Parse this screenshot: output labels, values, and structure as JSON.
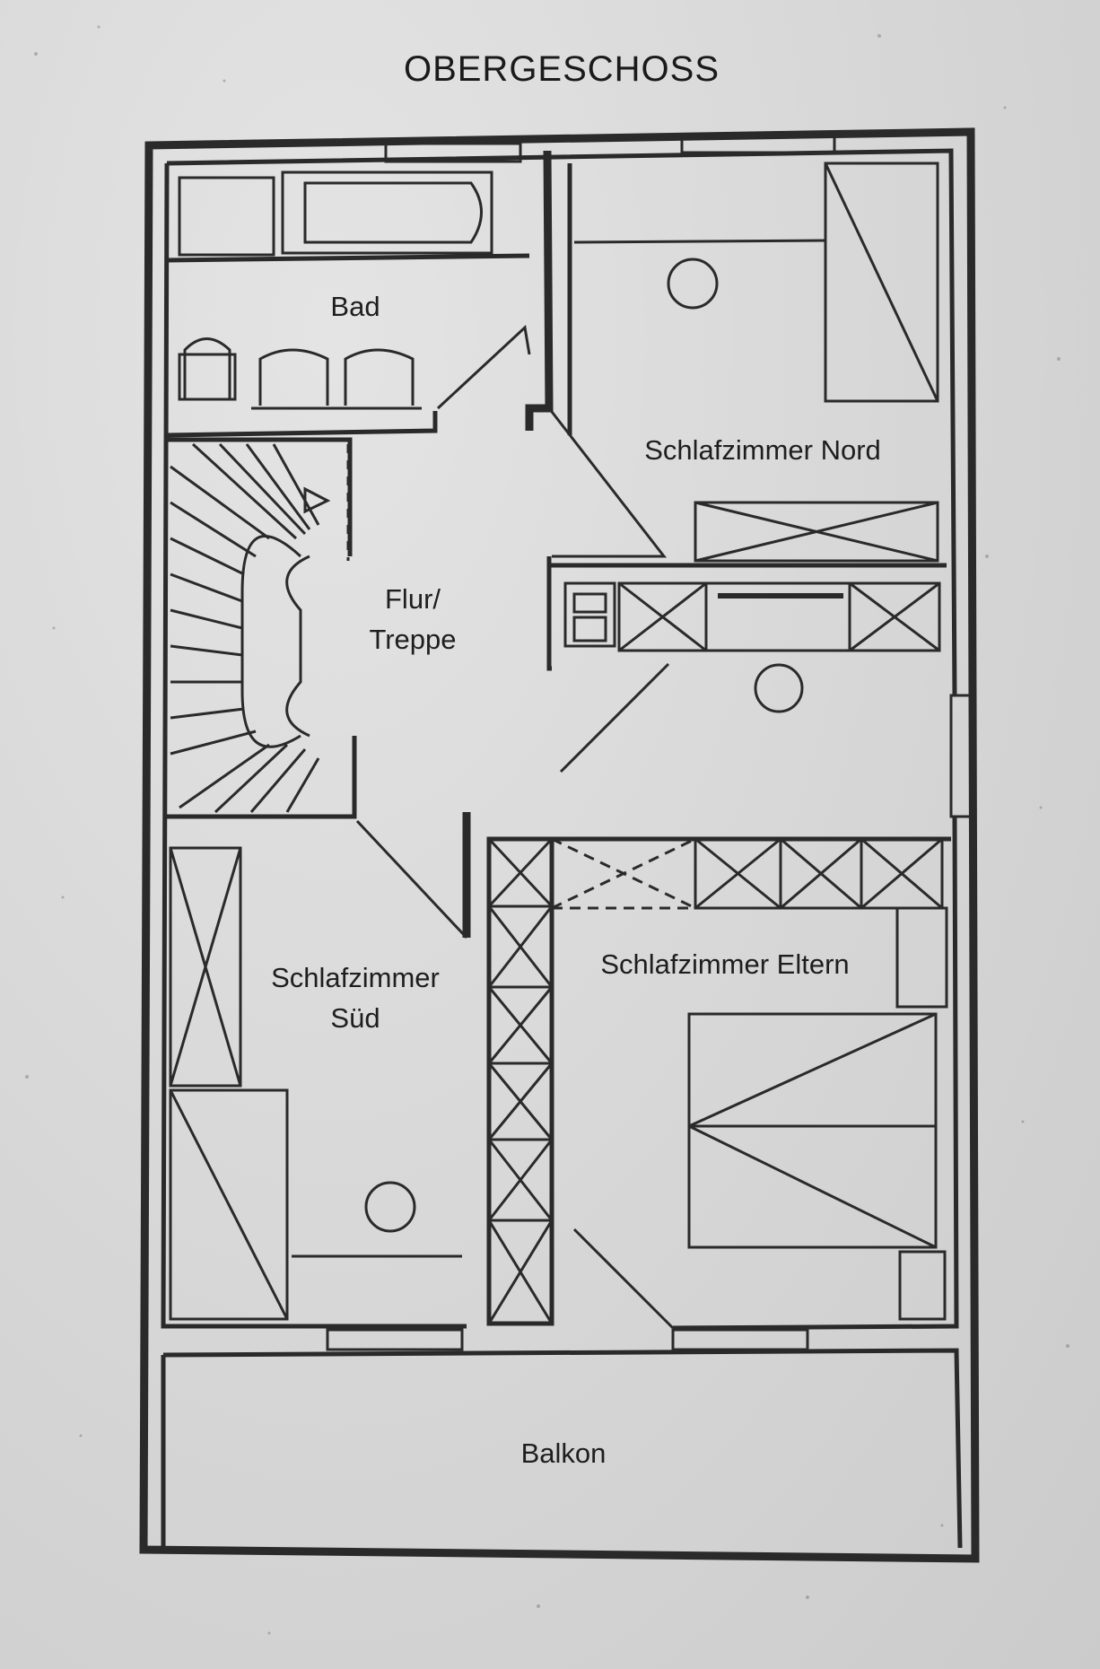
{
  "title": "OBERGESCHOSS",
  "rooms": {
    "bad": "Bad",
    "flur_line1": "Flur/",
    "flur_line2": "Treppe",
    "nord": "Schlafzimmer Nord",
    "sued_line1": "Schlafzimmer",
    "sued_line2": "Süd",
    "eltern": "Schlafzimmer Eltern",
    "balkon": "Balkon"
  },
  "colors": {
    "ink": "#2a2a2a",
    "paper": "#dcdcdc"
  }
}
